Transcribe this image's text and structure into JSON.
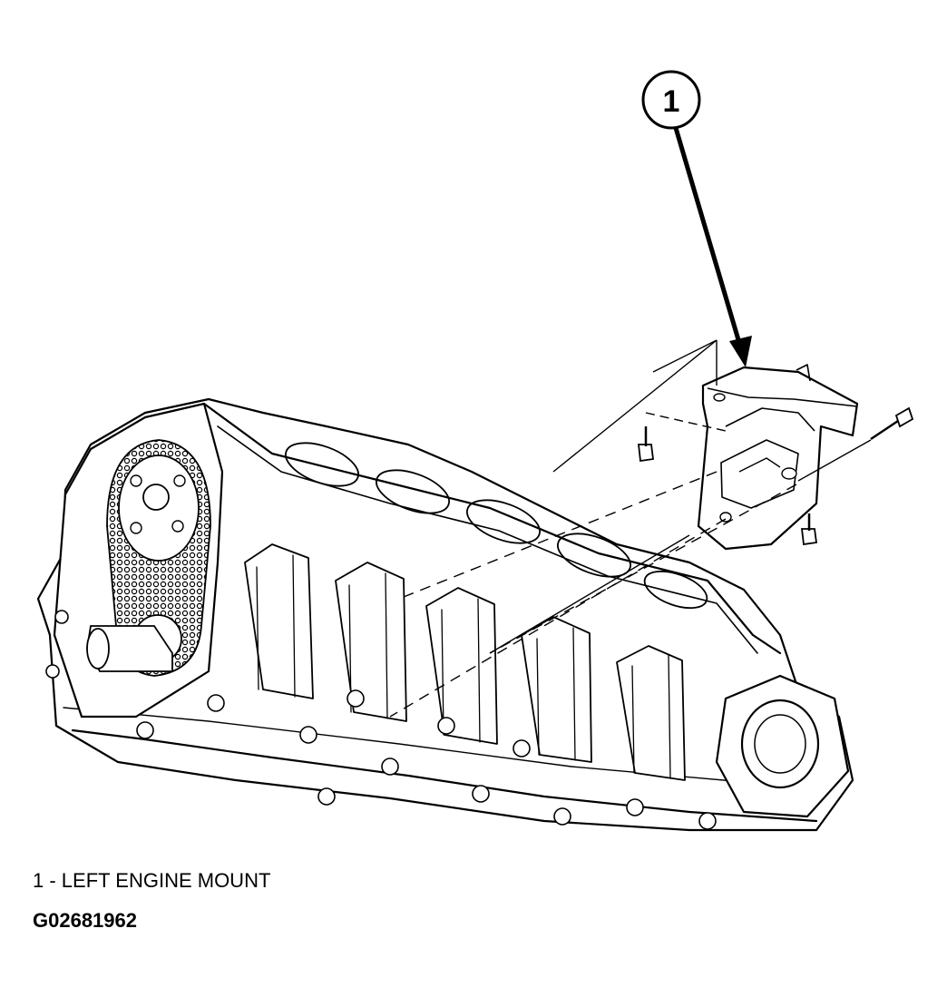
{
  "callouts": [
    {
      "number": "1"
    }
  ],
  "legend": [
    {
      "text": "1 - LEFT ENGINE MOUNT"
    }
  ],
  "figure_id": "G02681962",
  "colors": {
    "ink": "#000000",
    "paper": "#ffffff"
  }
}
